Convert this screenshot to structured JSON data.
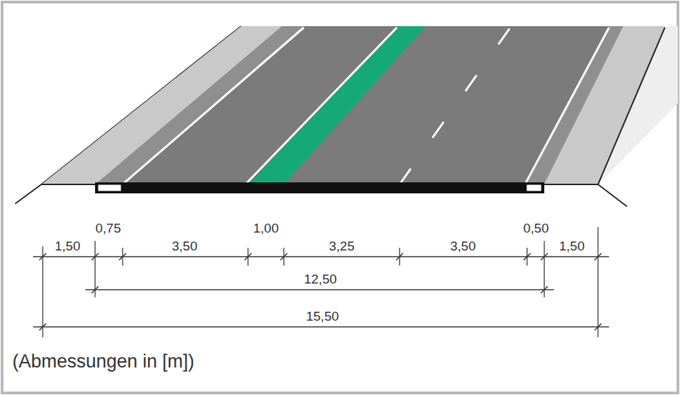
{
  "diagram": {
    "labels": [
      "1,50",
      "0,75",
      "3,50",
      "1,00",
      "3,25",
      "3,50",
      "0,50",
      "1,50",
      "12,50",
      "15,50",
      "(Abmessungen in [m])"
    ]
  }
}
